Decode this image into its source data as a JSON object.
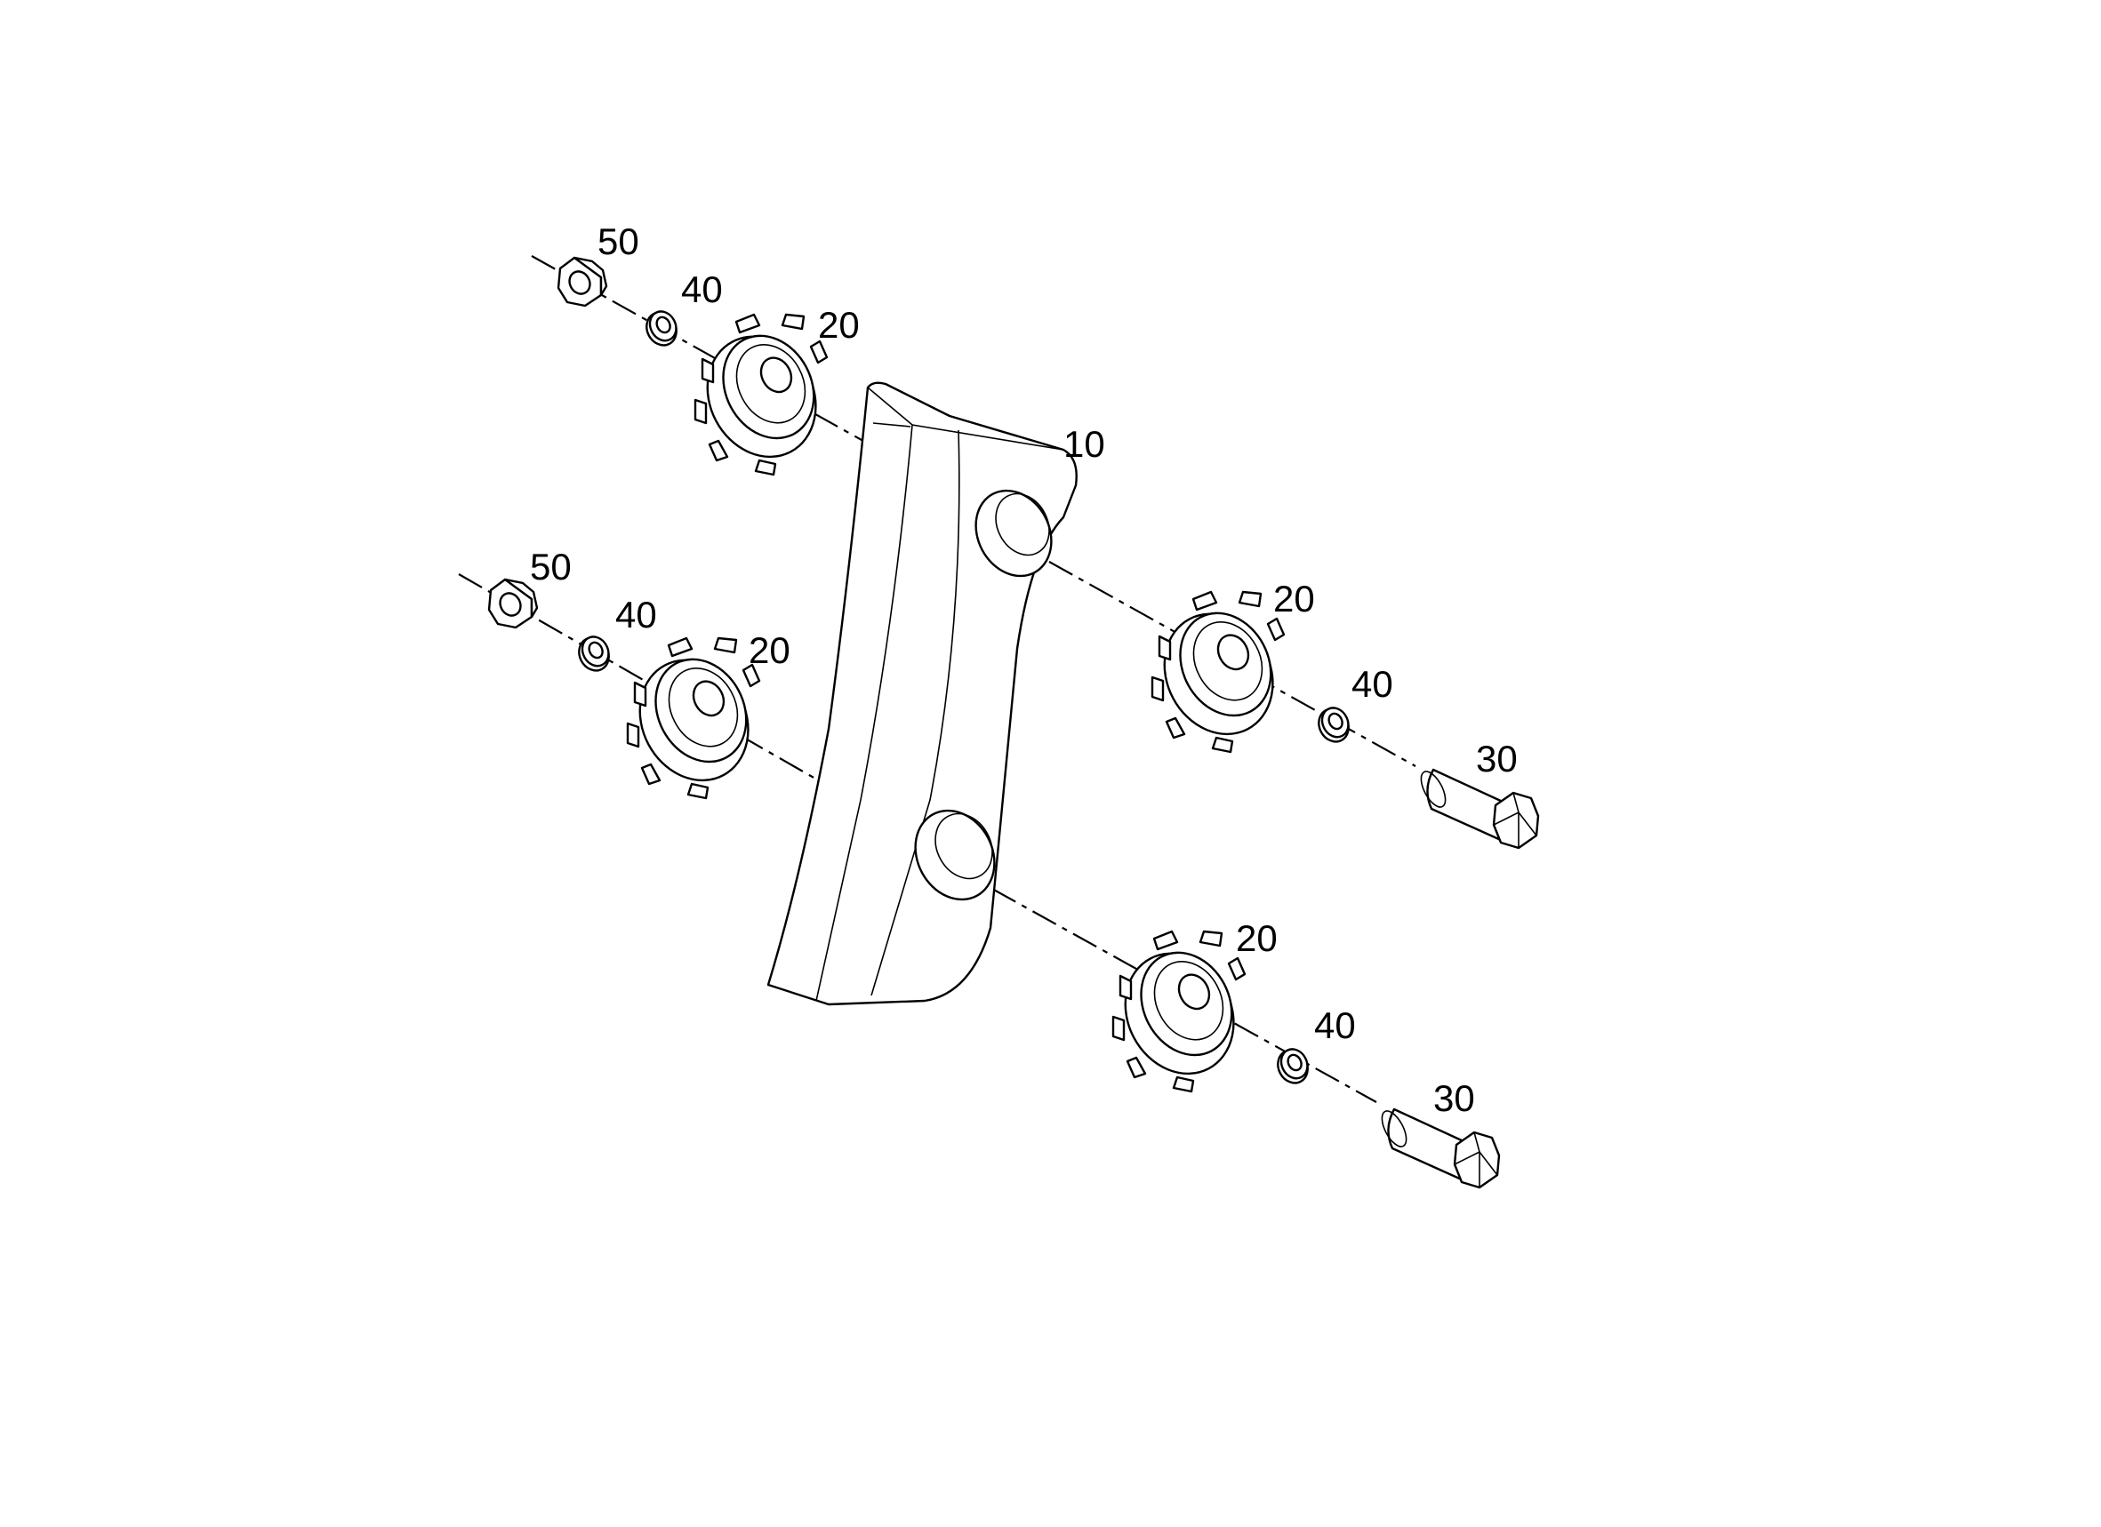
{
  "callouts": [
    {
      "id": "nut-top",
      "text": "50"
    },
    {
      "id": "washer-top-left",
      "text": "40"
    },
    {
      "id": "bush-top-left",
      "text": "20"
    },
    {
      "id": "plate",
      "text": "10"
    },
    {
      "id": "nut-bottom",
      "text": "50"
    },
    {
      "id": "washer-bottom-left",
      "text": "40"
    },
    {
      "id": "bush-bottom-left",
      "text": "20"
    },
    {
      "id": "bush-top-right",
      "text": "20"
    },
    {
      "id": "washer-top-right",
      "text": "40"
    },
    {
      "id": "bolt-top",
      "text": "30"
    },
    {
      "id": "bush-bottom-right",
      "text": "20"
    },
    {
      "id": "washer-bottom-right",
      "text": "40"
    },
    {
      "id": "bolt-bottom",
      "text": "30"
    }
  ]
}
